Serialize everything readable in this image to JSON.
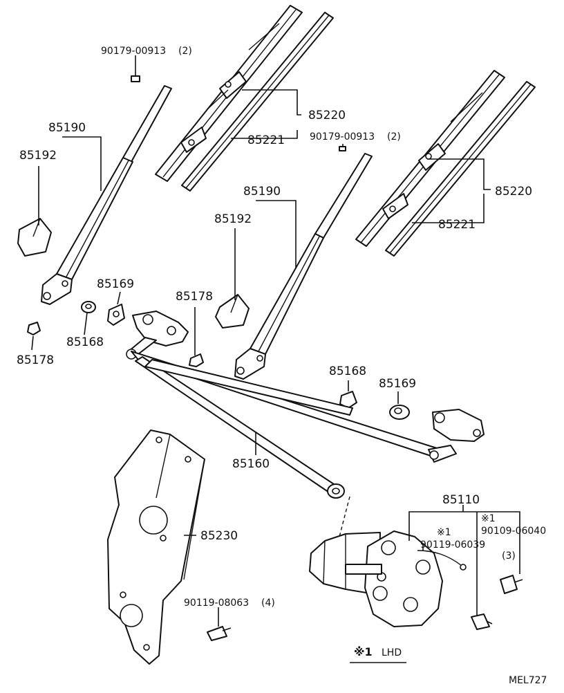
{
  "drawing_code": "MEL727",
  "note": {
    "mark": "※1",
    "text": "LHD"
  },
  "callouts": {
    "screw_left": {
      "part": "90179-00913",
      "qty": "(2)"
    },
    "screw_right": {
      "part": "90179-00913",
      "qty": "(2)"
    },
    "blade_assy_left": "85220",
    "blade_rubber_left": "85221",
    "blade_assy_right": "85220",
    "blade_rubber_right": "85221",
    "arm_left": "85190",
    "arm_cap_left": "85192",
    "arm_right": "85190",
    "arm_cap_right": "85192",
    "nut_left_top": "85169",
    "washer_left": "85168",
    "nut_left_bottom": "85178",
    "nut_center": "85178",
    "washer_right": "85168",
    "nut_right": "85169",
    "link_assy": "85160",
    "motor_assy": "85110",
    "motor_bolt_a": {
      "mark": "※1",
      "part": "90109-06040",
      "qty": "(3)"
    },
    "motor_bolt_b": {
      "mark": "※1",
      "part": "90119-06039"
    },
    "cover": "85230",
    "cover_bolt": {
      "part": "90119-08063",
      "qty": "(4)"
    }
  }
}
